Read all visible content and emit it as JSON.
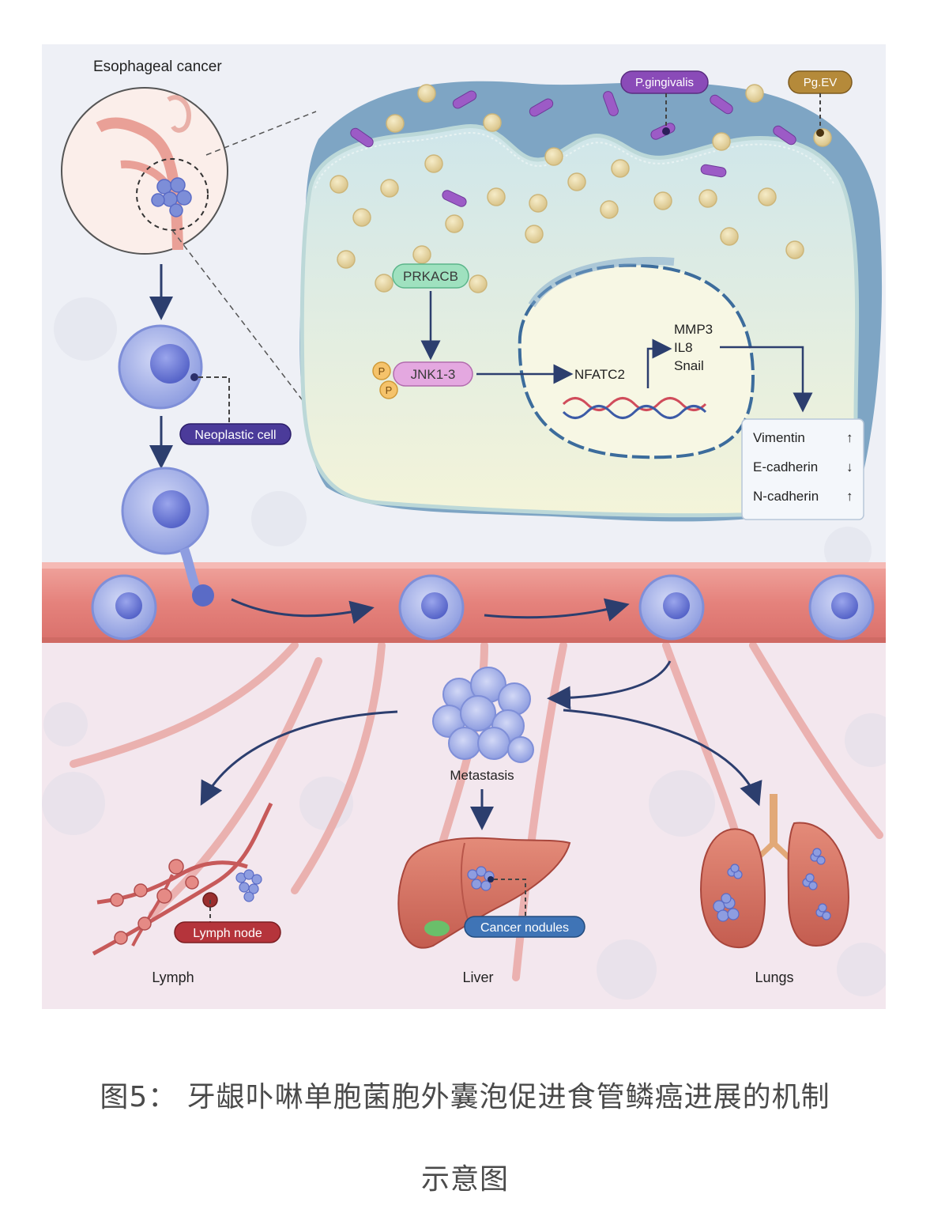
{
  "figure": {
    "esophageal_label": "Esophageal cancer",
    "bacteria_label": "P.gingivalis",
    "vesicle_label": "Pg.EV",
    "kinase_label": "PRKACB",
    "jnk_label": "JNK1-3",
    "phospho_label": "P",
    "tf_label": "NFATC2",
    "targets": [
      "MMP3",
      "IL8",
      "Snail"
    ],
    "markers": [
      {
        "name": "Vimentin",
        "direction": "↑"
      },
      {
        "name": "E-cadherin",
        "direction": "↓"
      },
      {
        "name": "N-cadherin",
        "direction": "↑"
      }
    ],
    "neoplastic_label": "Neoplastic cell",
    "metastasis_label": "Metastasis",
    "lymph_node_label": "Lymph node",
    "cancer_nodules_label": "Cancer nodules",
    "organs": {
      "lymph": "Lymph",
      "liver": "Liver",
      "lungs": "Lungs"
    }
  },
  "caption": {
    "line1": "图5：  牙龈卟啉单胞菌胞外囊泡促进食管鳞癌进展的机制",
    "line2": "示意图"
  },
  "colors": {
    "vessel": "#e5827c",
    "cell": "#a9b5ea",
    "nucleus": "#6a78d6",
    "arrow": "#2c3e6e",
    "vesicle": "#e8d7a6",
    "bacteria": "#9c5bc6"
  }
}
